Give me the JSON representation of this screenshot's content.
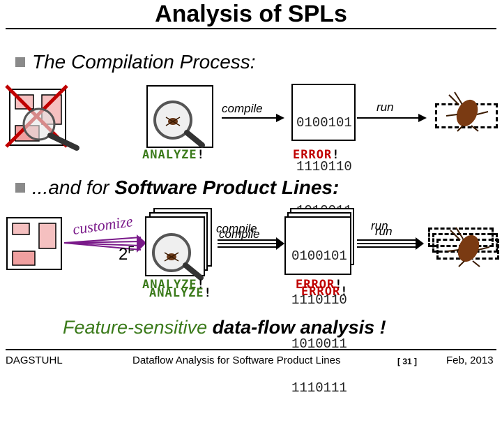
{
  "slide": {
    "title": "Analysis of SPLs",
    "bullet1": "The Compilation Process:",
    "bullet2_prefix": "...and for ",
    "bullet2_bold": "Software Product Lines:",
    "tagline_green": "Feature-sensitive",
    "tagline_rest": " data-flow analysis !"
  },
  "single": {
    "compile_label": "compile",
    "run_label": "run",
    "binary_lines": [
      "0100101",
      "1110110",
      "1010011",
      "1110111"
    ],
    "analyze_label": "ANALYZE",
    "error_label": "ERROR",
    "bang": "!"
  },
  "spl": {
    "customize_label": "customize",
    "power_base": "2",
    "power_exp": "F",
    "compile_label": "compile",
    "run_label": "run",
    "binary_lines": [
      "0100101",
      "1110110",
      "1010011",
      "1110111"
    ],
    "analyze_label": "ANALYZE",
    "error_label": "ERROR",
    "bang": "!"
  },
  "footer": {
    "left": "DAGSTUHL",
    "center": "Dataflow Analysis for Software Product Lines",
    "page": "[ 31 ]",
    "date": "Feb, 2013"
  },
  "colors": {
    "green": "#3a7a1a",
    "red": "#c00000",
    "purple": "#7a1a8a",
    "block_red": "#f0a0a0",
    "block_pink": "#f5c0c0"
  }
}
